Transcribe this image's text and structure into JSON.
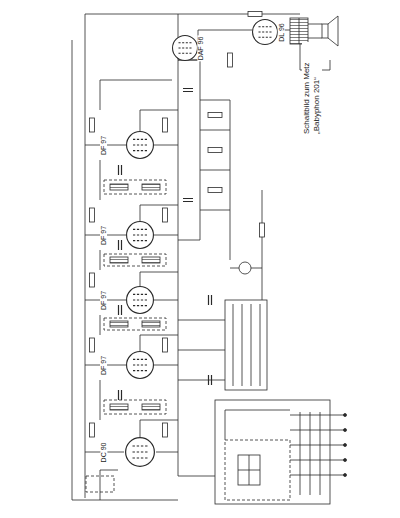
{
  "diagram": {
    "title": "Schaltbild zum Metz „Babyphon 201“",
    "nodes": [
      {
        "text": [
          "DC 90"
        ]
      },
      {
        "text": [
          "DF 97"
        ]
      },
      {
        "text": [
          "DF 97"
        ]
      },
      {
        "text": [
          "DF 97"
        ]
      },
      {
        "text": [
          "DF 97"
        ]
      },
      {
        "text": [
          "DAF 96"
        ]
      },
      {
        "text": [
          "DL 96"
        ]
      }
    ]
  }
}
